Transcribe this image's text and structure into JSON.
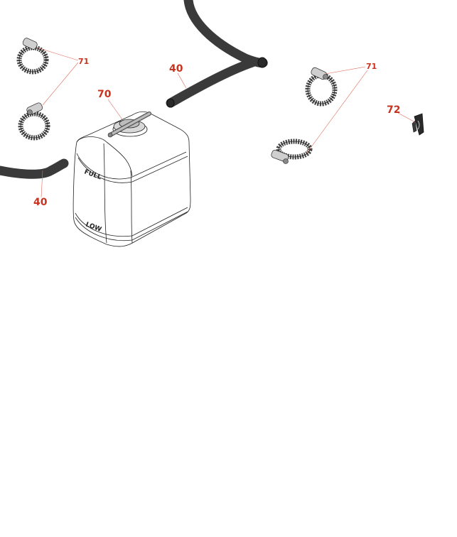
{
  "diagram": {
    "callouts": {
      "hose_top": "40",
      "hose_left": "40",
      "cap": "70",
      "clamp_left": "71",
      "clamp_right": "71",
      "clip": "72"
    },
    "tank_labels": {
      "full": "FULL",
      "low": "LOW"
    }
  },
  "colors": {
    "callout": "#c8321e",
    "leader": "#e06a5a",
    "hose": "#3a3a3a"
  }
}
